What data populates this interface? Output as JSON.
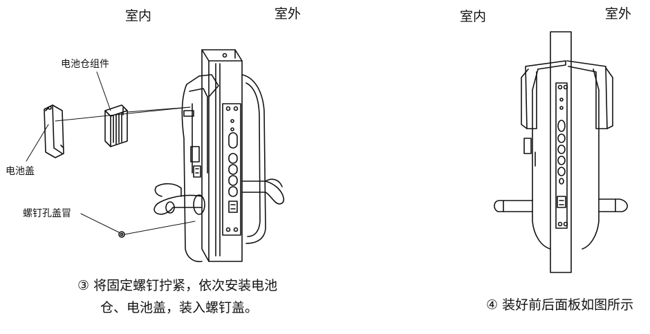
{
  "header": {
    "left_indoor": "室内",
    "left_outdoor": "室外",
    "right_indoor": "室内",
    "right_outdoor": "室外"
  },
  "callouts": {
    "battery_compartment": "电池仓组件",
    "battery_cover": "电池盖",
    "screw_cap": "螺钉孔盖冒"
  },
  "captions": {
    "step3_line1": "③ 将固定螺钉拧紧，依次安装电池",
    "step3_line2": "仓、电池盖，装入螺钉盖。",
    "step4": "④ 装好前后面板如图所示"
  }
}
